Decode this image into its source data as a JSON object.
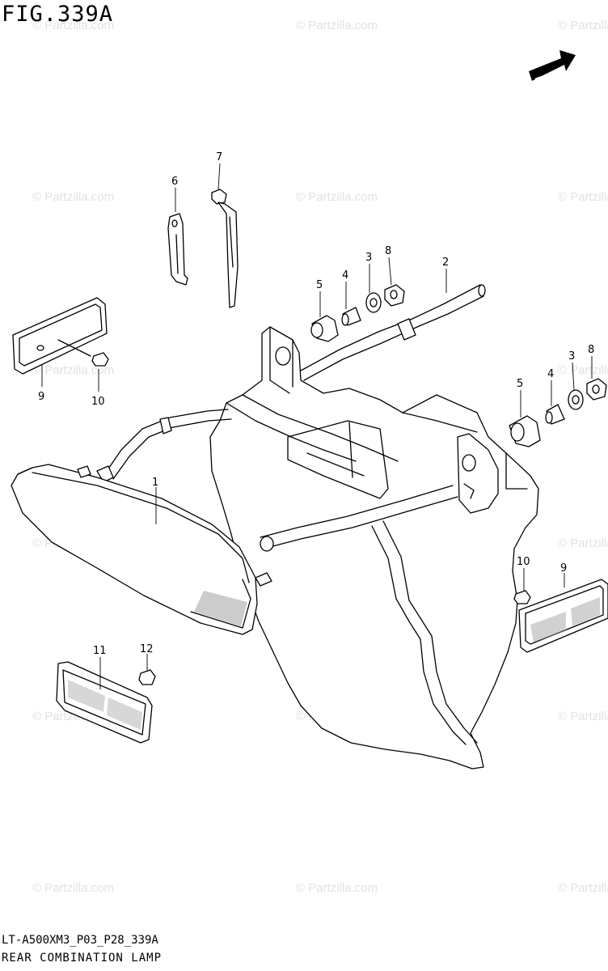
{
  "figure": {
    "title": "FIG.339A",
    "code": "LT-A500XM3_P03_P28_339A",
    "name": "REAR COMBINATION LAMP"
  },
  "fwd_label": "FWD",
  "watermark_text": "© Partzilla.com",
  "callouts": [
    "1",
    "2",
    "3",
    "4",
    "5",
    "6",
    "7",
    "8",
    "9",
    "10",
    "11",
    "12",
    "3",
    "4",
    "5",
    "8",
    "9",
    "10"
  ],
  "colors": {
    "line": "#000000",
    "watermark": "#e2e2e2",
    "background": "#ffffff"
  }
}
